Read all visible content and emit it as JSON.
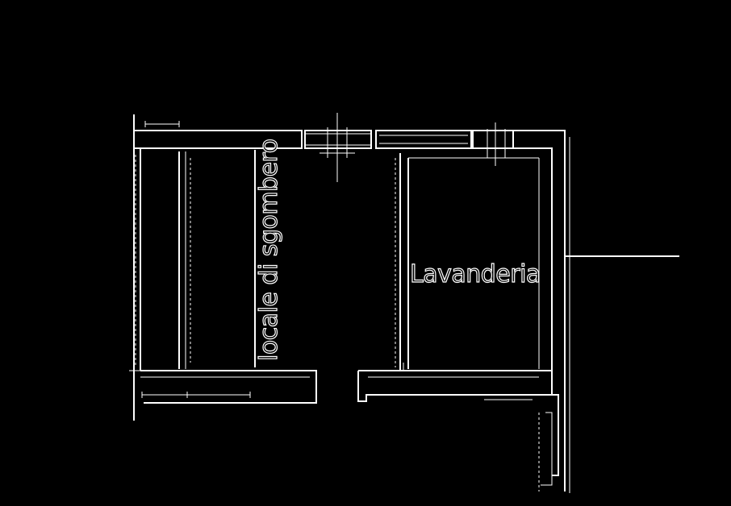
{
  "colors": {
    "background": "#000000",
    "lines": "#ffffff"
  },
  "rooms": [
    {
      "id": "ripostiglio",
      "label": "locale di sgombero",
      "orientation": "vertical"
    },
    {
      "id": "lavanderia",
      "label": "Lavanderia",
      "orientation": "horizontal"
    }
  ]
}
